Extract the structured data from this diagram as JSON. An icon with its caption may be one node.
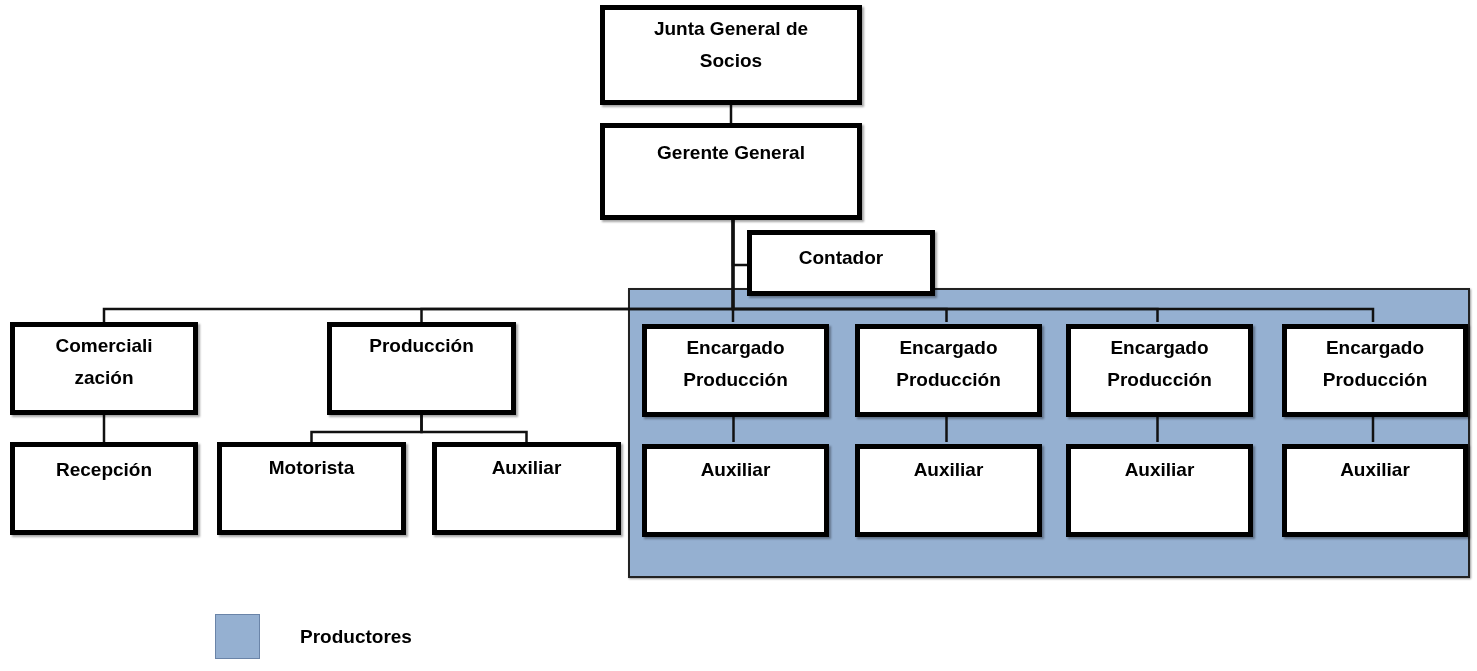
{
  "diagram": {
    "nodes": [
      {
        "text": [
          "Junta General de Socios"
        ]
      },
      {
        "text": [
          "Gerente General"
        ]
      },
      {
        "text": [
          "Contador"
        ]
      },
      {
        "text": [
          "Comerciali zación"
        ]
      },
      {
        "text": [
          "Producción"
        ]
      },
      {
        "text": [],
        "shape": "box"
      },
      {
        "text": [
          "Encargado Producción"
        ],
        "in": 5
      },
      {
        "text": [
          "Encargado Producción"
        ],
        "in": 5
      },
      {
        "text": [
          "Encargado Producción"
        ],
        "in": 5
      },
      {
        "text": [
          "Encargado Producción"
        ],
        "in": 5
      },
      {
        "text": [
          "Recepción"
        ]
      },
      {
        "text": [
          "Motorista"
        ]
      },
      {
        "text": [
          "Auxiliar"
        ]
      },
      {
        "text": [
          "Auxiliar"
        ],
        "in": 5
      },
      {
        "text": [
          "Auxiliar"
        ],
        "in": 5
      },
      {
        "text": [
          "Auxiliar"
        ],
        "in": 5
      },
      {
        "text": [
          "Auxiliar"
        ],
        "in": 5
      }
    ],
    "edges": [
      {
        "from": 0,
        "to": 1,
        "arrow": "none"
      },
      {
        "from": 1,
        "to": 2,
        "arrow": "none"
      },
      {
        "from": 1,
        "to": 3,
        "arrow": "none"
      },
      {
        "from": 1,
        "to": 4,
        "arrow": "none"
      },
      {
        "from": 1,
        "to": 6,
        "arrow": "none"
      },
      {
        "from": 1,
        "to": 7,
        "arrow": "none"
      },
      {
        "from": 1,
        "to": 8,
        "arrow": "none"
      },
      {
        "from": 1,
        "to": 9,
        "arrow": "none"
      },
      {
        "from": 3,
        "to": 10,
        "arrow": "none"
      },
      {
        "from": 4,
        "to": 11,
        "arrow": "none"
      },
      {
        "from": 4,
        "to": 12,
        "arrow": "none"
      },
      {
        "from": 6,
        "to": 13,
        "arrow": "none"
      },
      {
        "from": 7,
        "to": 14,
        "arrow": "none"
      },
      {
        "from": 8,
        "to": 15,
        "arrow": "none"
      },
      {
        "from": 9,
        "to": 16,
        "arrow": "none"
      }
    ],
    "legend": [
      {
        "text": "Productores",
        "color": "#95b0d1"
      }
    ]
  }
}
